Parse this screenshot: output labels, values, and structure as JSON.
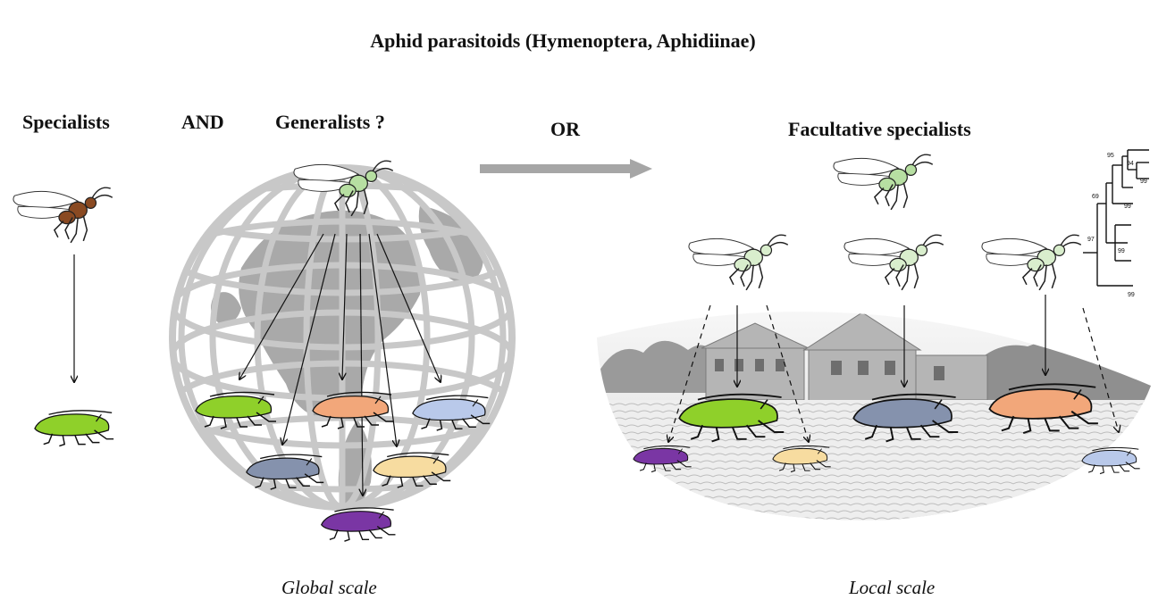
{
  "title": "Aphid parasitoids (Hymenoptera, Aphidiinae)",
  "labels": {
    "specialists": "Specialists",
    "and": "AND",
    "generalists": "Generalists ?",
    "or": "OR",
    "facultative": "Facultative specialists",
    "global_scale": "Global scale",
    "local_scale": "Local scale"
  },
  "bootstrap": [
    "95",
    "94",
    "99",
    "69",
    "99",
    "97",
    "99",
    "99"
  ],
  "colors": {
    "aphid_green": "#8fd02a",
    "aphid_orange": "#f2a77a",
    "aphid_lightblue": "#b9c9ea",
    "aphid_slate": "#8592ad",
    "aphid_cream": "#f7dca0",
    "aphid_purple": "#7a36a4",
    "wasp_brown": "#8a4a22",
    "wasp_green": "#b7dfa2",
    "globe_grey": "#c8c8c8"
  }
}
